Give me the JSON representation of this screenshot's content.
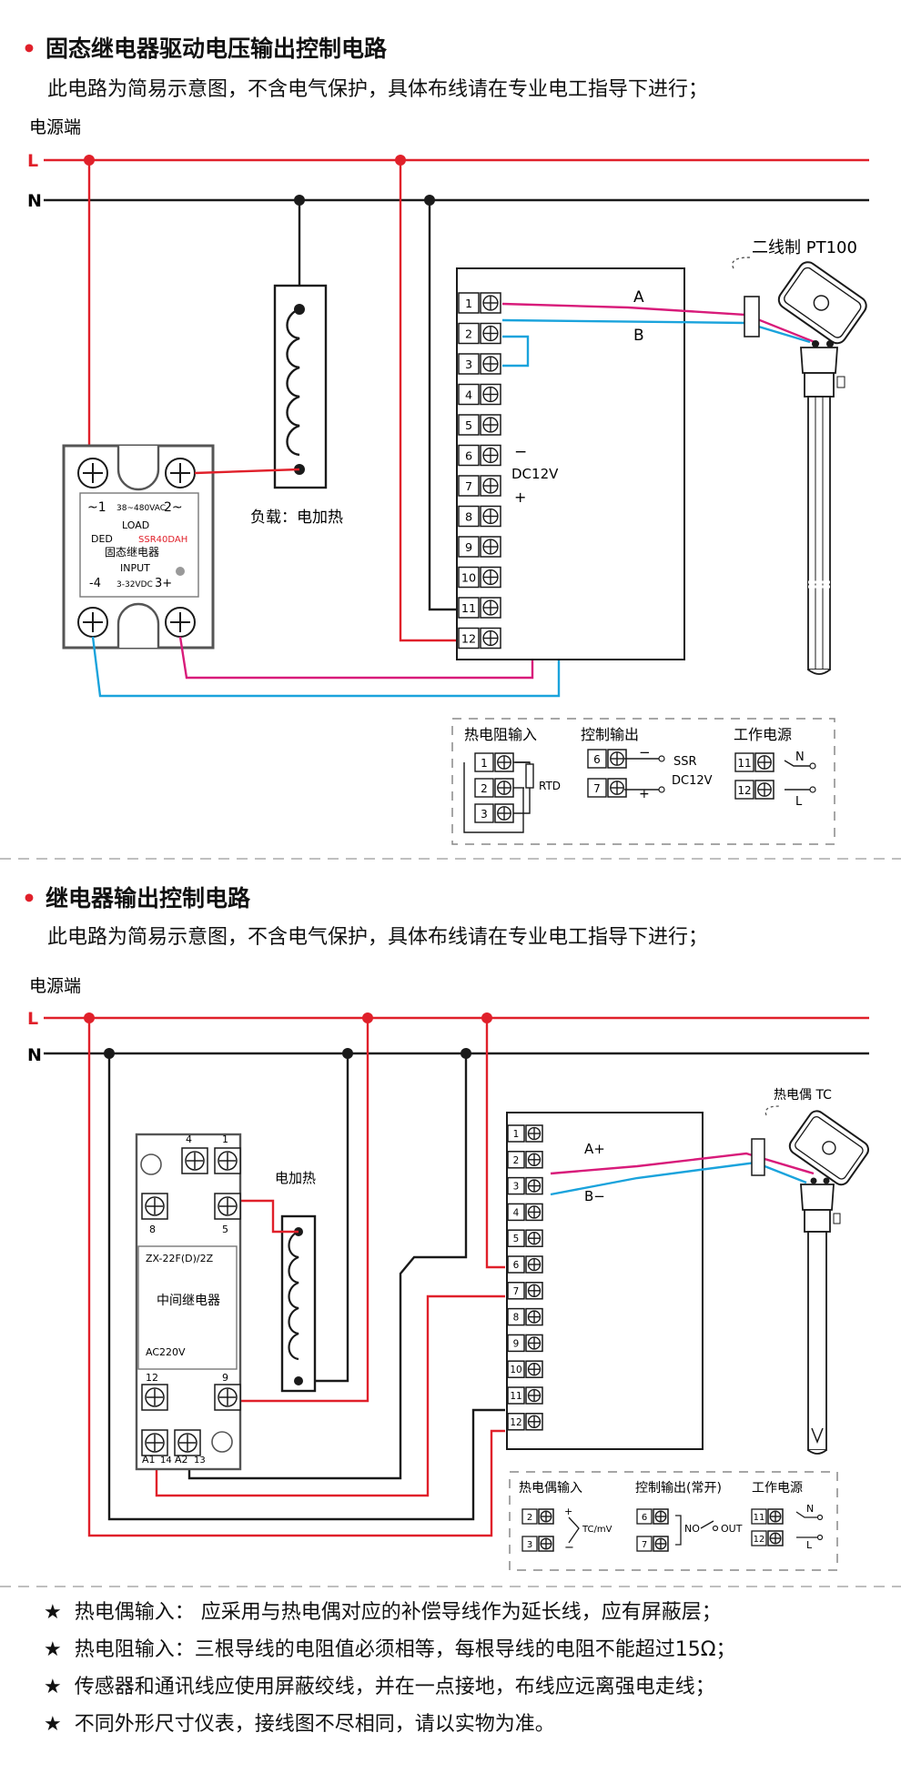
{
  "section1": {
    "title": "固态继电器驱动电压输出控制电路",
    "subtitle": "此电路为简易示意图，不含电气保护，具体布线请在专业电工指导下进行；",
    "power_label": "电源端",
    "line_L": "L",
    "line_N": "N",
    "sensor_label": "二线制 PT100",
    "wire_a": "A",
    "wire_b": "B",
    "ssr": {
      "t1": "~1",
      "range": "38~480VAC",
      "t2": "2~",
      "load": "LOAD",
      "brand": "DED",
      "model": "SSR40DAH",
      "name": "固态继电器",
      "input": "INPUT",
      "t4": "-4",
      "in_range": "3-32VDC",
      "t3": "3+"
    },
    "load_label": "负载：电加热",
    "dc_label": "DC12V",
    "minus": "−",
    "plus": "+",
    "terminals": [
      "1",
      "2",
      "3",
      "4",
      "5",
      "6",
      "7",
      "8",
      "9",
      "10",
      "11",
      "12"
    ],
    "legend": {
      "rtd_title": "热电阻输入",
      "ctrl_title": "控制输出",
      "pwr_title": "工作电源",
      "rtd": "RTD",
      "ssr": "SSR",
      "dc": "DC12V",
      "n": "N",
      "l": "L"
    }
  },
  "section2": {
    "title": "继电器输出控制电路",
    "subtitle": "此电路为简易示意图，不含电气保护，具体布线请在专业电工指导下进行；",
    "power_label": "电源端",
    "line_L": "L",
    "line_N": "N",
    "sensor_label": "热电偶 TC",
    "wire_a": "A+",
    "wire_b": "B−",
    "relay": {
      "p4": "4",
      "p1": "1",
      "p8": "8",
      "p5": "5",
      "model": "ZX-22F(D)/2Z",
      "name": "中间继电器",
      "voltage": "AC220V",
      "p12": "12",
      "p9": "9",
      "a1": "A1",
      "p14": "14",
      "a2": "A2",
      "p13": "13"
    },
    "heater_label": "电加热",
    "legend": {
      "tc_title": "热电偶输入",
      "ctrl_title": "控制输出(常开)",
      "pwr_title": "工作电源",
      "tc": "TC/mV",
      "no": "NO",
      "out": "OUT",
      "n": "N",
      "l": "L"
    }
  },
  "notes": [
    {
      "star": "★",
      "text": "热电偶输入： 应采用与热电偶对应的补偿导线作为延长线，应有屏蔽层；"
    },
    {
      "star": "★",
      "text": "热电阻输入：三根导线的电阻值必须相等，每根导线的电阻不能超过15Ω；"
    },
    {
      "star": "★",
      "text": "传感器和通讯线应使用屏蔽绞线，并在一点接地，布线应远离强电走线；"
    },
    {
      "star": "★",
      "text": "不同外形尺寸仪表，接线图不尽相同，请以实物为准。"
    }
  ],
  "colors": {
    "red": "#e0202a",
    "blue": "#1aa3dc",
    "magenta": "#d81b7a",
    "black": "#1a1a1a"
  }
}
